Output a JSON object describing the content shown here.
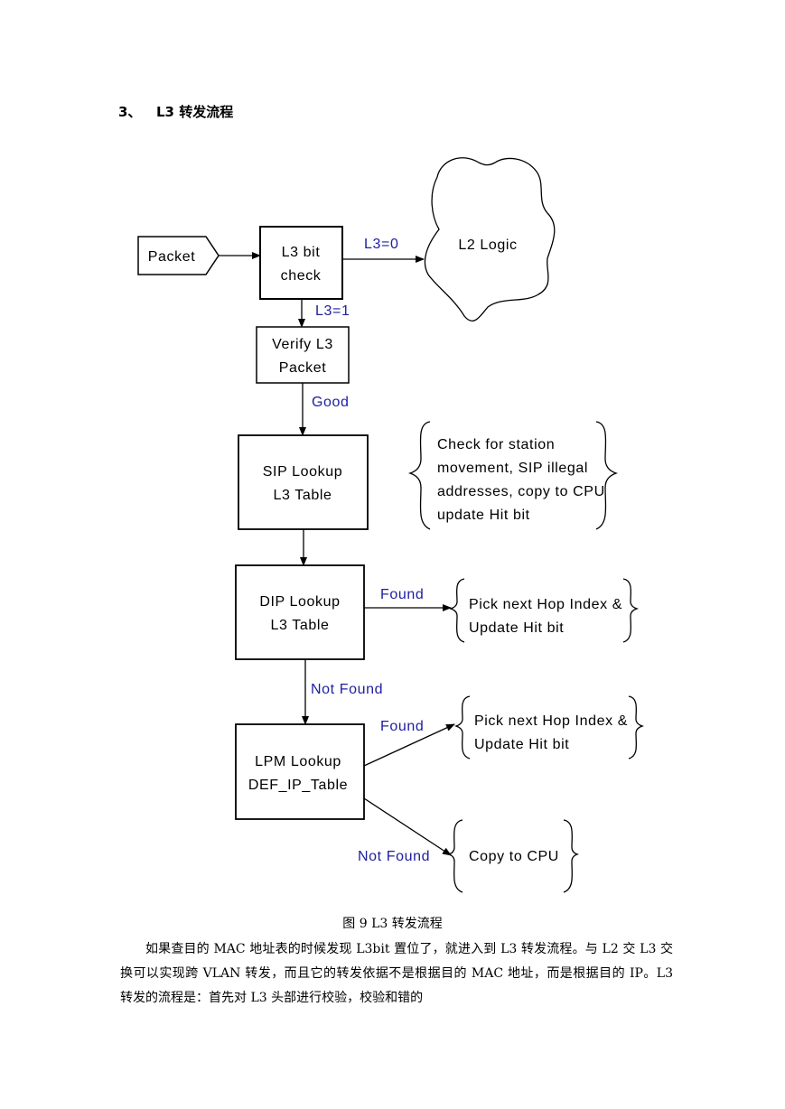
{
  "heading": {
    "number": "3、",
    "title": "L3 转发流程"
  },
  "diagram": {
    "packet": "Packet",
    "l3_bit_check": [
      "L3 bit",
      "check"
    ],
    "l2_logic": "L2 Logic",
    "verify_l3": [
      "Verify L3",
      "Packet"
    ],
    "sip_lookup": [
      "SIP Lookup",
      "L3 Table"
    ],
    "dip_lookup": [
      "DIP Lookup",
      "L3 Table"
    ],
    "lpm_lookup": [
      "LPM Lookup",
      "DEF_IP_Table"
    ],
    "sip_note": [
      "Check for station",
      "movement, SIP illegal",
      "addresses, copy to CPU",
      "update Hit bit"
    ],
    "dip_found_note": [
      "Pick next Hop Index &",
      "Update Hit bit"
    ],
    "lpm_found_note": [
      "Pick next Hop Index &",
      "Update Hit bit"
    ],
    "lpm_notfound_note": "Copy to CPU",
    "labels": {
      "l3_eq_0": "L3=0",
      "l3_eq_1": "L3=1",
      "good": "Good",
      "dip_found": "Found",
      "dip_not_found": "Not Found",
      "lpm_found": "Found",
      "lpm_not_found": "Not Found"
    }
  },
  "caption": "图 9 L3 转发流程",
  "paragraph": "如果查目的 MAC 地址表的时候发现 L3bit 置位了，就进入到 L3 转发流程。与 L2 交 L3 交换可以实现跨 VLAN 转发，而且它的转发依据不是根据目的 MAC 地址，而是根据目的 IP。L3 转发的流程是：首先对 L3 头部进行校验，校验和错的"
}
